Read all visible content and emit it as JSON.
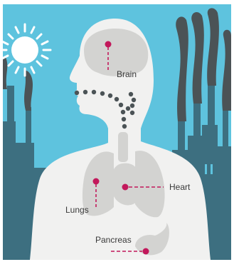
{
  "labels": {
    "brain": "Brain",
    "heart": "Heart",
    "lungs": "Lungs",
    "pancreas": "Pancreas"
  },
  "colors": {
    "sky": "#5ec3de",
    "factory": "#3d6f80",
    "smoke": "#4b5356",
    "body": "#f1f1f0",
    "organ": "#d3d3d1",
    "marker": "#c2185b",
    "particles": "#4b5356",
    "sun": "#ffffff"
  },
  "icons": [
    "sun-icon",
    "factory-icon",
    "smoke-icon"
  ]
}
